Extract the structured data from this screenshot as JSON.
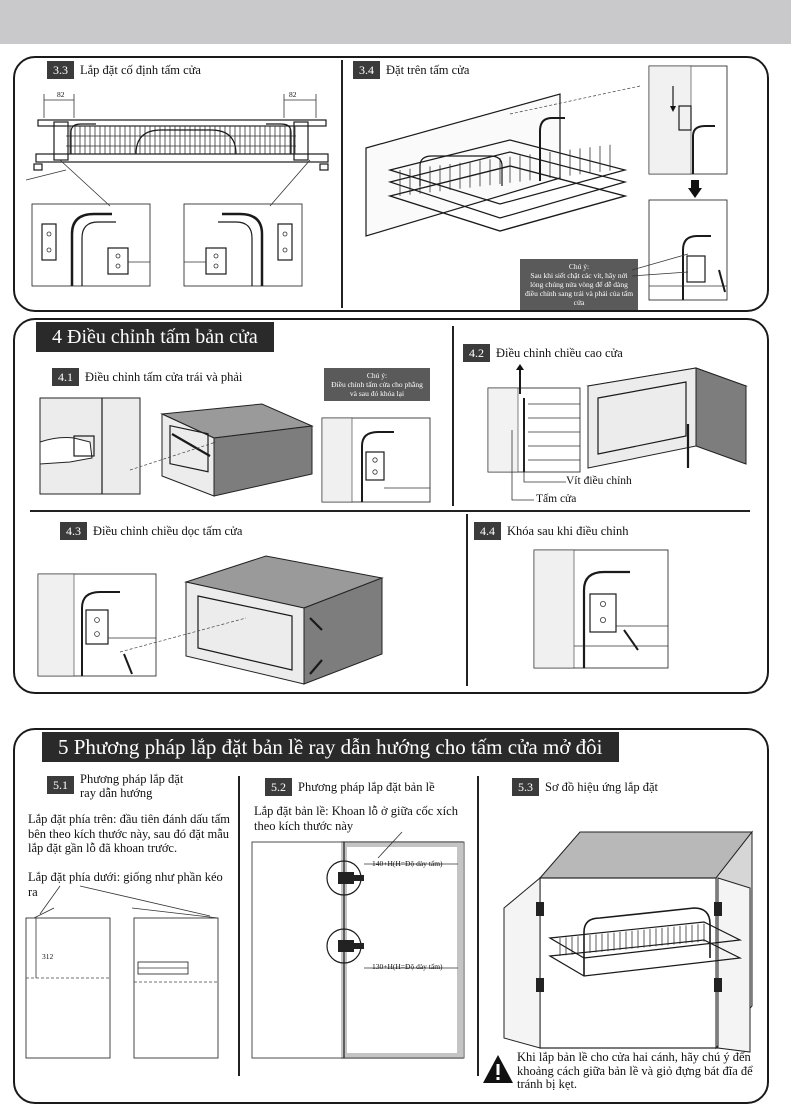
{
  "sec33": {
    "tag": "3.3",
    "title": "Lắp đặt cố định tấm cửa",
    "dim_left": "82",
    "dim_right": "82"
  },
  "sec34": {
    "tag": "3.4",
    "title": "Đặt trên tấm cửa",
    "note_title": "Chú ý:",
    "note_body": "Sau khi siết chặt các vít, hãy nới lỏng chúng nửa vòng để dễ dàng điều chỉnh sang trái và phải của tấm cửa"
  },
  "sec4": {
    "title": "4 Điều chỉnh tấm bản cửa"
  },
  "sec41": {
    "tag": "4.1",
    "title": "Điều chỉnh tấm cửa trái và phải",
    "note_title": "Chú ý:",
    "note_body": "Điều chỉnh tấm cửa cho phẳng và sau đó khóa lại"
  },
  "sec42": {
    "tag": "4.2",
    "title": "Điều chỉnh chiều cao cửa",
    "label_screw": "Vít điều chỉnh",
    "label_door": "Tấm cửa"
  },
  "sec43": {
    "tag": "4.3",
    "title": "Điều chỉnh chiều dọc tấm cửa"
  },
  "sec44": {
    "tag": "4.4",
    "title": "Khóa sau khi điều chỉnh"
  },
  "sec5": {
    "title": "5 Phương pháp lắp đặt bản lề ray dẫn hướng cho tấm cửa mở đôi"
  },
  "sec51": {
    "tag": "5.1",
    "title_line1": "Phương pháp lắp đặt",
    "title_line2": "ray dẫn hướng",
    "para": "Lắp đặt phía trên: đầu tiên đánh dấu tấm bên theo kích thước này, sau đó đặt mẫu lắp đặt gần lỗ đã khoan trước.",
    "para2": "Lắp đặt phía dưới: giống như phần kéo ra",
    "dim": "312"
  },
  "sec52": {
    "tag": "5.2",
    "title": "Phương pháp lắp đặt bản lề",
    "para": "Lắp đặt bản lề: Khoan lỗ ở giữa cốc xích theo kích thước này",
    "dim_top": "140+H(H=Độ dày tấm)",
    "dim_bottom": "130+H(H=Độ dày tấm)"
  },
  "sec53": {
    "tag": "5.3",
    "title": "Sơ đồ hiệu ứng lắp đặt",
    "warning": "Khi lắp bản lề cho cửa hai cánh, hãy chú ý đến khoảng cách giữa bản lề và giỏ đựng bát đĩa để tránh bị kẹt.",
    "warning_icon": "warning-triangle-icon"
  }
}
